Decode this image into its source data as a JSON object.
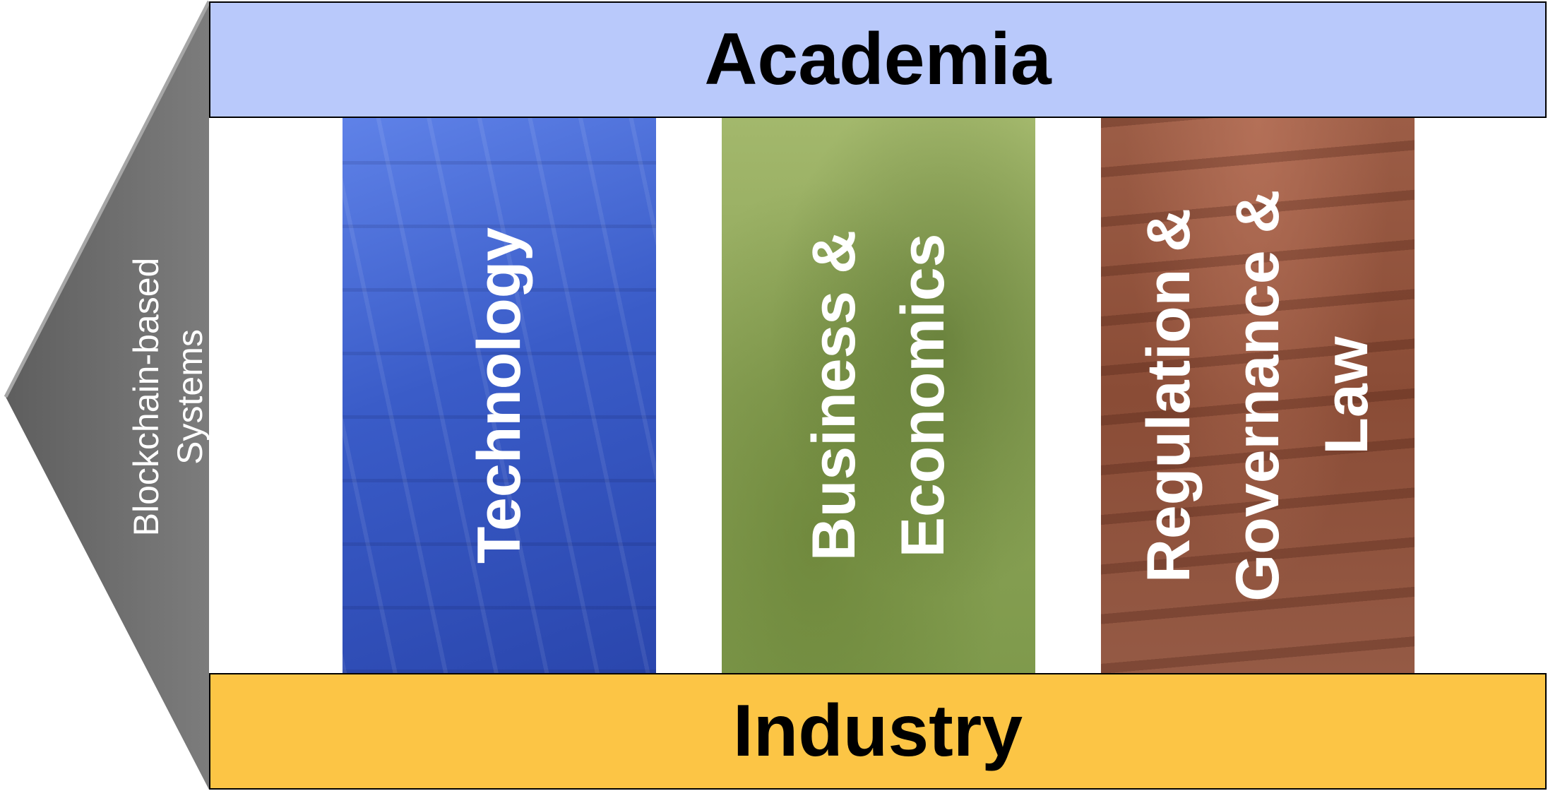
{
  "side_arrow": {
    "label_lines": [
      "Blockchain-based",
      "Systems"
    ],
    "color": "#747474"
  },
  "top_band": {
    "label": "Academia",
    "color": "#b9c9fb"
  },
  "bottom_band": {
    "label": "Industry",
    "color": "#fcc545"
  },
  "pillars": [
    {
      "lines": [
        "Technology"
      ],
      "color": "#3a5cc8"
    },
    {
      "lines": [
        "Business &",
        "Economics"
      ],
      "color": "#8ba357"
    },
    {
      "lines": [
        "Regulation &",
        "Governance &",
        "Law"
      ],
      "color": "#8a4c36"
    }
  ]
}
